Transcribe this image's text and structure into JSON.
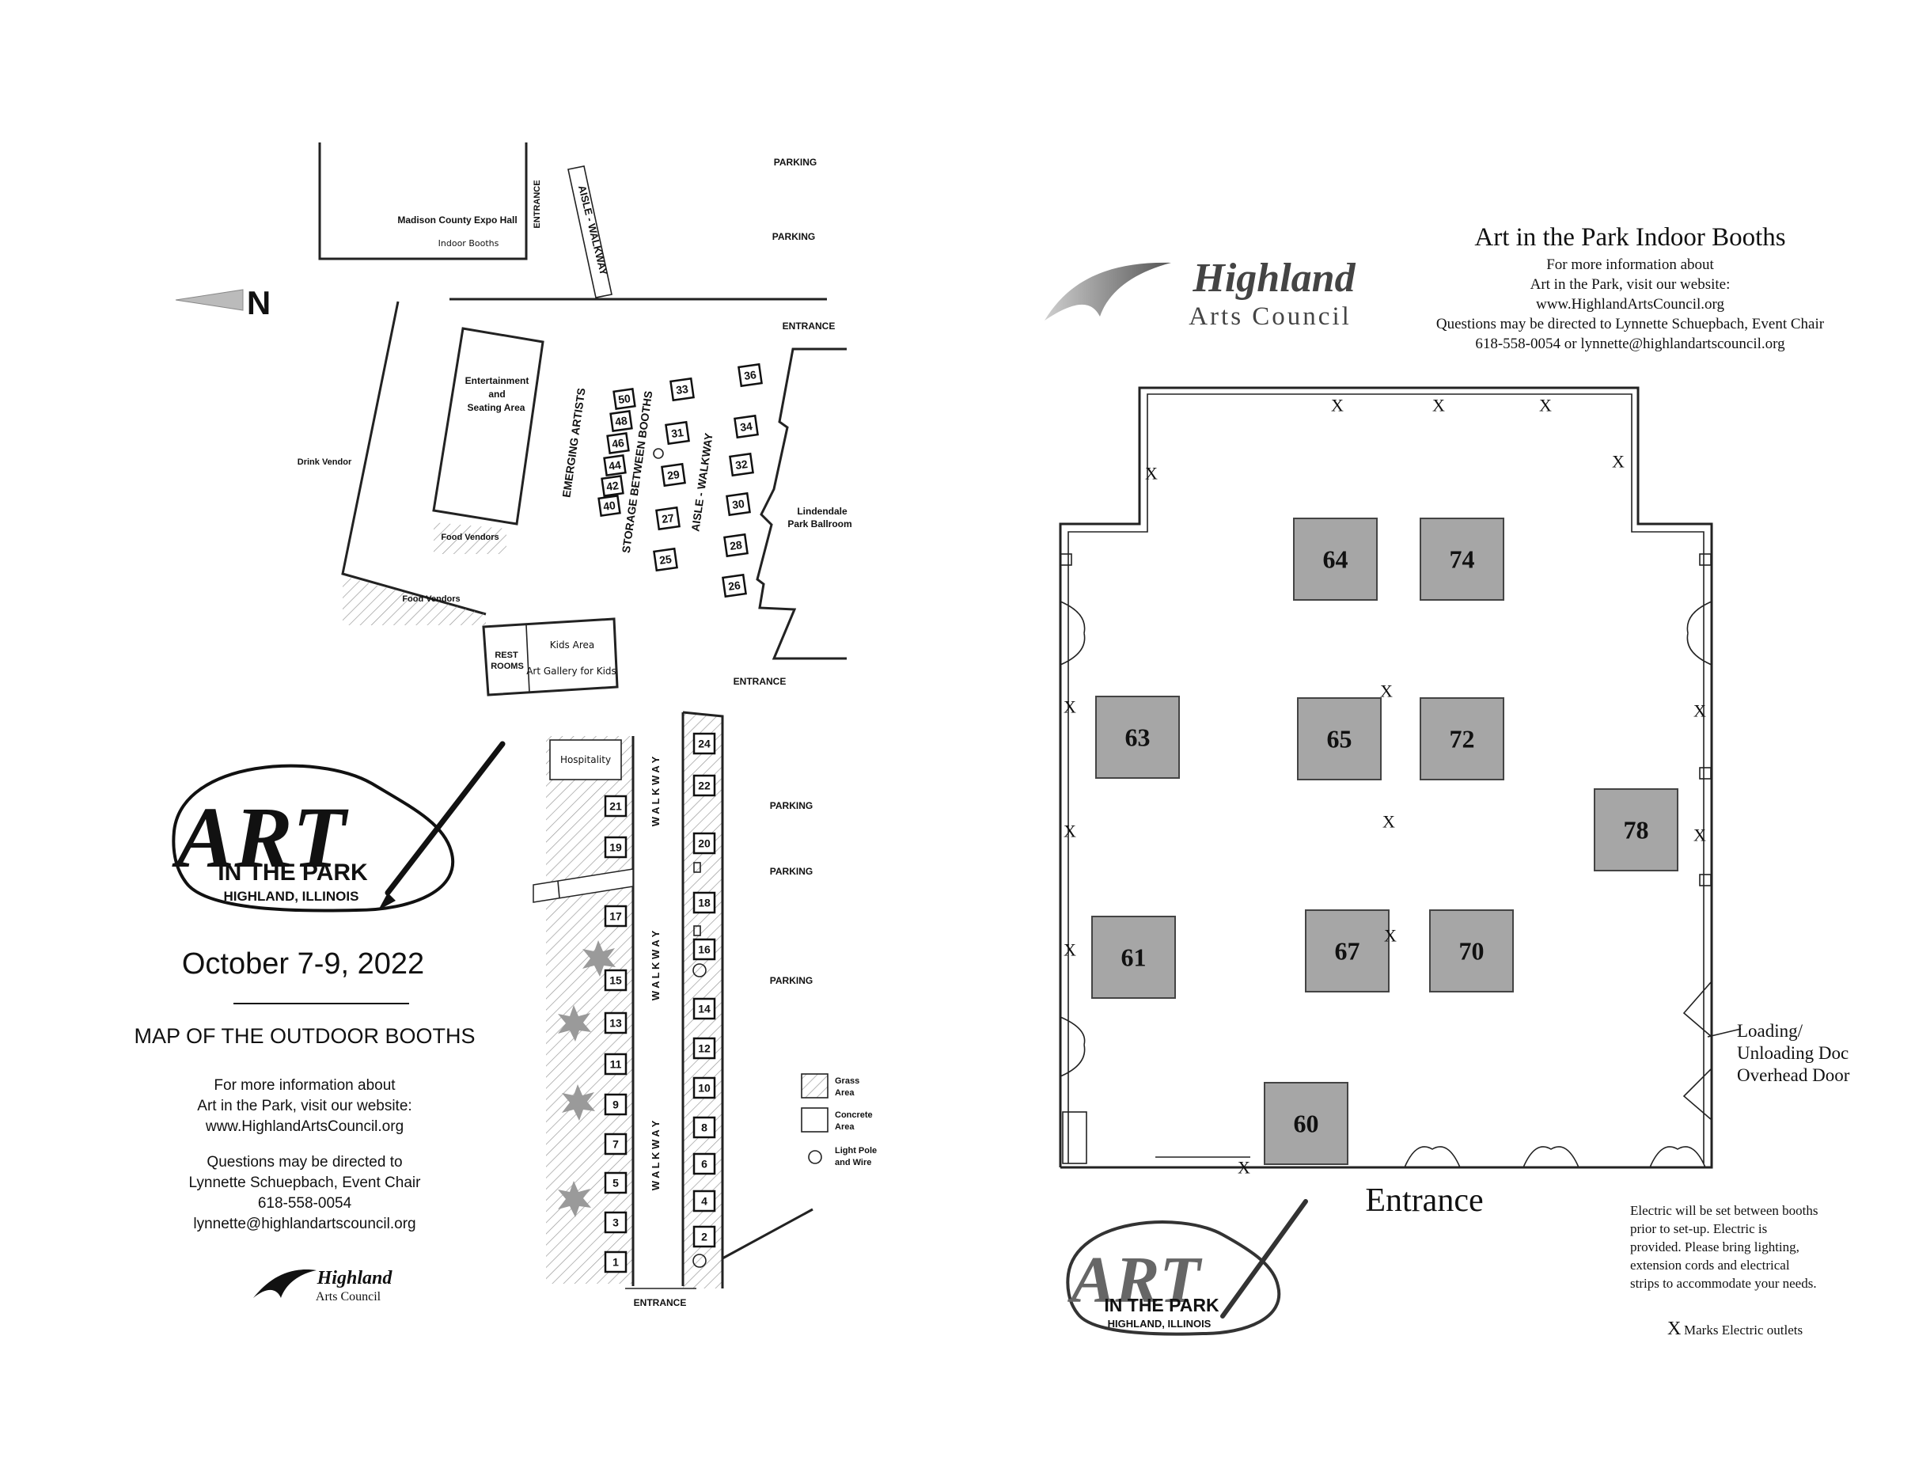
{
  "outdoor": {
    "north_label": "N",
    "expo_hall": "Madison County Expo Hall",
    "indoor_booths": "Indoor Booths",
    "entrance": "ENTRANCE",
    "aisle_walkway": "AISLE - WALKWAY",
    "parking": "PARKING",
    "drink_vendor": "Drink Vendor",
    "entertainment": "Entertainment",
    "and": "and",
    "seating_area": "Seating Area",
    "food_vendors": "Food Vendors",
    "emerging_artists": "EMERGING ARTISTS",
    "storage": "STORAGE BETWEEN BOOTHS",
    "lindendale_1": "Lindendale",
    "lindendale_2": "Park Ballroom",
    "rest": "REST",
    "rooms": "ROOMS",
    "kids_area": "Kids Area",
    "art_gallery_kids": "Art Gallery for Kids",
    "hospitality": "Hospitality",
    "walkway": "W A L K W A Y",
    "legend_grass_1": "Grass",
    "legend_grass_2": "Area",
    "legend_concrete_1": "Concrete",
    "legend_concrete_2": "Area",
    "legend_pole_1": "Light Pole",
    "legend_pole_2": "and Wire",
    "booths_upper": [
      "50",
      "48",
      "46",
      "44",
      "42",
      "40",
      "33",
      "31",
      "29",
      "27",
      "25",
      "36",
      "34",
      "32",
      "30",
      "28",
      "26"
    ],
    "booths_left": [
      "21",
      "19",
      "17",
      "15",
      "13",
      "11",
      "9",
      "7",
      "5",
      "3",
      "1"
    ],
    "booths_right": [
      "24",
      "22",
      "20",
      "18",
      "16",
      "14",
      "12",
      "10",
      "8",
      "6",
      "4",
      "2"
    ]
  },
  "logo": {
    "art": "ART",
    "in_the_park": "IN THE PARK",
    "city": "HIGHLAND, ILLINOIS",
    "council_name": "Highland",
    "council_sub": "Arts Council"
  },
  "info": {
    "dates": "October 7-9, 2022",
    "map_title": "MAP OF THE OUTDOOR BOOTHS",
    "more_1": "For more information about",
    "more_2": "Art in the Park, visit our website:",
    "website": "www.HighlandArtsCouncil.org",
    "q_1": "Questions may be directed to",
    "q_2": "Lynnette Schuepbach, Event Chair",
    "phone": "618-558-0054",
    "email": "lynnette@highlandartscouncil.org"
  },
  "indoor": {
    "title": "Art in the Park Indoor Booths",
    "more_1": "For more information about",
    "more_2": "Art in the Park, visit our website:",
    "website": "www.HighlandArtsCouncil.org",
    "questions": "Questions may be directed to Lynnette Schuepbach, Event Chair",
    "contact": "618-558-0054 or lynnette@highlandartscouncil.org",
    "booths": [
      "64",
      "74",
      "63",
      "65",
      "72",
      "78",
      "61",
      "67",
      "70",
      "60"
    ],
    "x_mark": "X",
    "loading_1": "Loading/",
    "loading_2": "Unloading Doc",
    "loading_3": "Overhead Door",
    "entrance": "Entrance",
    "electric_1": "Electric will be set between booths",
    "electric_2": "prior to set-up. Electric is",
    "electric_3": "provided. Please bring lighting,",
    "electric_4": "extension cords and electrical",
    "electric_5": "strips to accommodate your needs.",
    "x_legend": "Marks Electric outlets"
  },
  "colors": {
    "booth_fill": "#a6a6a6",
    "ink": "#111111",
    "hatch": "#9a9a9a"
  }
}
